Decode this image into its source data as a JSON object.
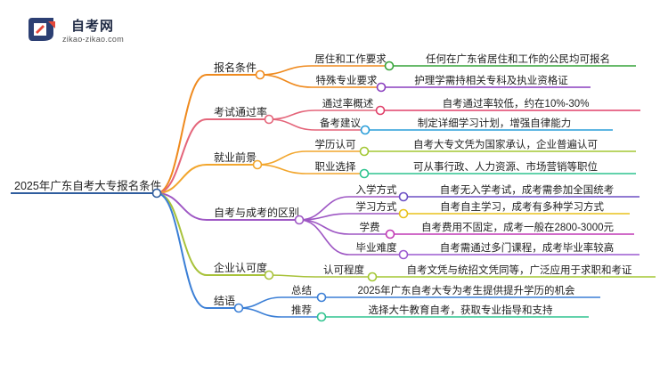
{
  "logo": {
    "title": "自考网",
    "url": "zikao-zikao.com"
  },
  "mindmap": {
    "root": "2025年广东自考大专报名条件",
    "colors": {
      "root": "#2f5d9e",
      "b0": "#ef8a1e",
      "b1": "#e4657a",
      "b2": "#f2a62d",
      "b3": "#9e57c4",
      "b4": "#a8c23a",
      "b5": "#3b7fd6",
      "leaf0": "#37a43a",
      "leaf1": "#8a3fbf",
      "leaf2": "#e0416a",
      "leaf3": "#2a9ed9",
      "leaf4": "#a3c734",
      "leaf5": "#2fc48f",
      "leaf6": "#6b4fc4",
      "leaf7": "#e8c21c",
      "leaf8": "#c13ab5",
      "leaf9": "#9b5ad0",
      "leaf10": "#a3c734",
      "leaf11": "#3b7fd6",
      "leaf12": "#2fc48f"
    },
    "branches": [
      {
        "label": "报名条件",
        "children": [
          {
            "label": "居住和工作要求",
            "desc": "任何在广东省居住和工作的公民均可报名"
          },
          {
            "label": "特殊专业要求",
            "desc": "护理学需持相关专科及执业资格证"
          }
        ]
      },
      {
        "label": "考试通过率",
        "children": [
          {
            "label": "通过率概述",
            "desc": "自考通过率较低，约在10%-30%"
          },
          {
            "label": "备考建议",
            "desc": "制定详细学习计划，增强自律能力"
          }
        ]
      },
      {
        "label": "就业前景",
        "children": [
          {
            "label": "学历认可",
            "desc": "自考大专文凭为国家承认，企业普遍认可"
          },
          {
            "label": "职业选择",
            "desc": "可从事行政、人力资源、市场营销等职位"
          }
        ]
      },
      {
        "label": "自考与成考的区别",
        "children": [
          {
            "label": "入学方式",
            "desc": "自考无入学考试，成考需参加全国统考"
          },
          {
            "label": "学习方式",
            "desc": "自考自主学习，成考有多种学习方式"
          },
          {
            "label": "学费",
            "desc": "自考费用不固定，成考一般在2800-3000元"
          },
          {
            "label": "毕业难度",
            "desc": "自考需通过多门课程，成考毕业率较高"
          }
        ]
      },
      {
        "label": "企业认可度",
        "children": [
          {
            "label": "认可程度",
            "desc": "自考文凭与统招文凭同等，广泛应用于求职和考证"
          }
        ]
      },
      {
        "label": "结语",
        "children": [
          {
            "label": "总结",
            "desc": "2025年广东自考大专为考生提供提升学历的机会"
          },
          {
            "label": "推荐",
            "desc": "选择大牛教育自考，获取专业指导和支持"
          }
        ]
      }
    ]
  }
}
